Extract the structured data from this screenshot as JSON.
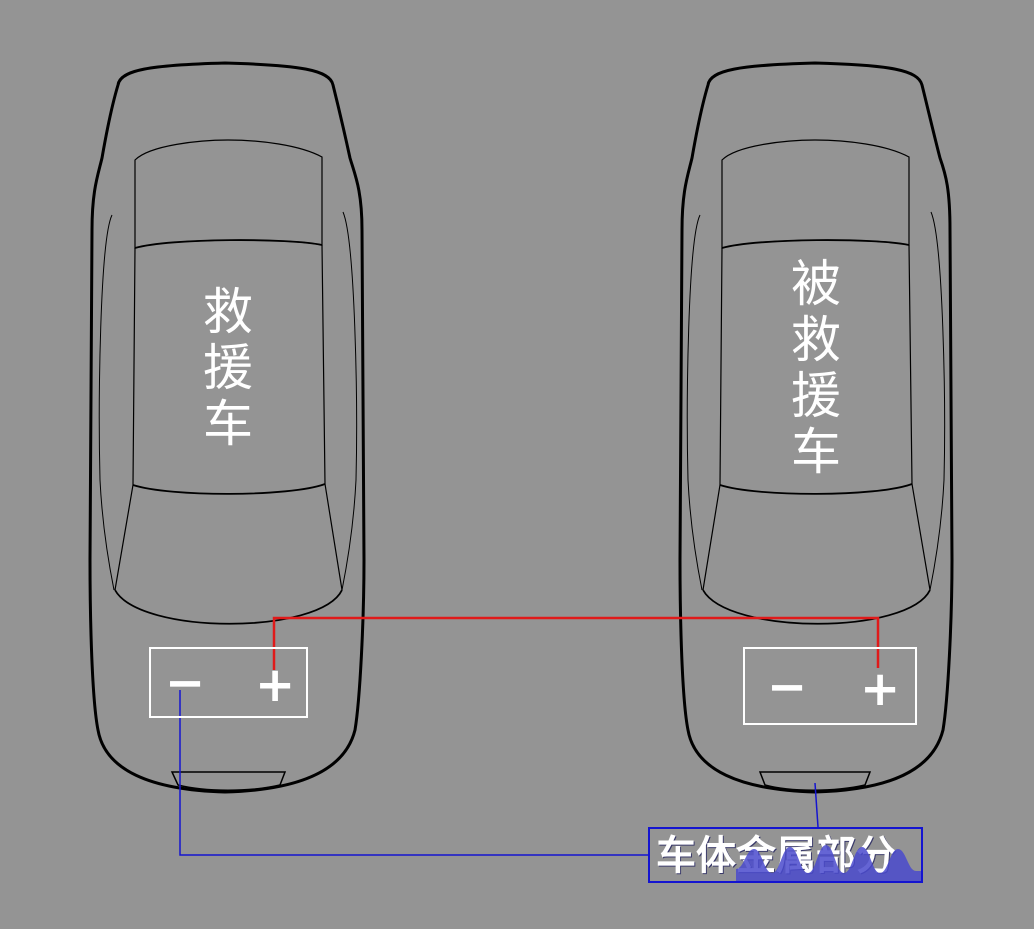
{
  "rescue_car": {
    "label": "救援车"
  },
  "rescued_car": {
    "label": "被救援车"
  },
  "battery_left": {
    "negative": "−",
    "positive": "+"
  },
  "battery_right": {
    "negative": "−",
    "positive": "+"
  },
  "body_metal": {
    "label": "车体金属部分"
  },
  "colors": {
    "background": "#949494",
    "car_outline": "#000000",
    "positive_cable": "#e01a1a",
    "ground_cable": "#1414d0",
    "label_text": "#ffffff",
    "wave_overlay": "#4a4acc"
  }
}
